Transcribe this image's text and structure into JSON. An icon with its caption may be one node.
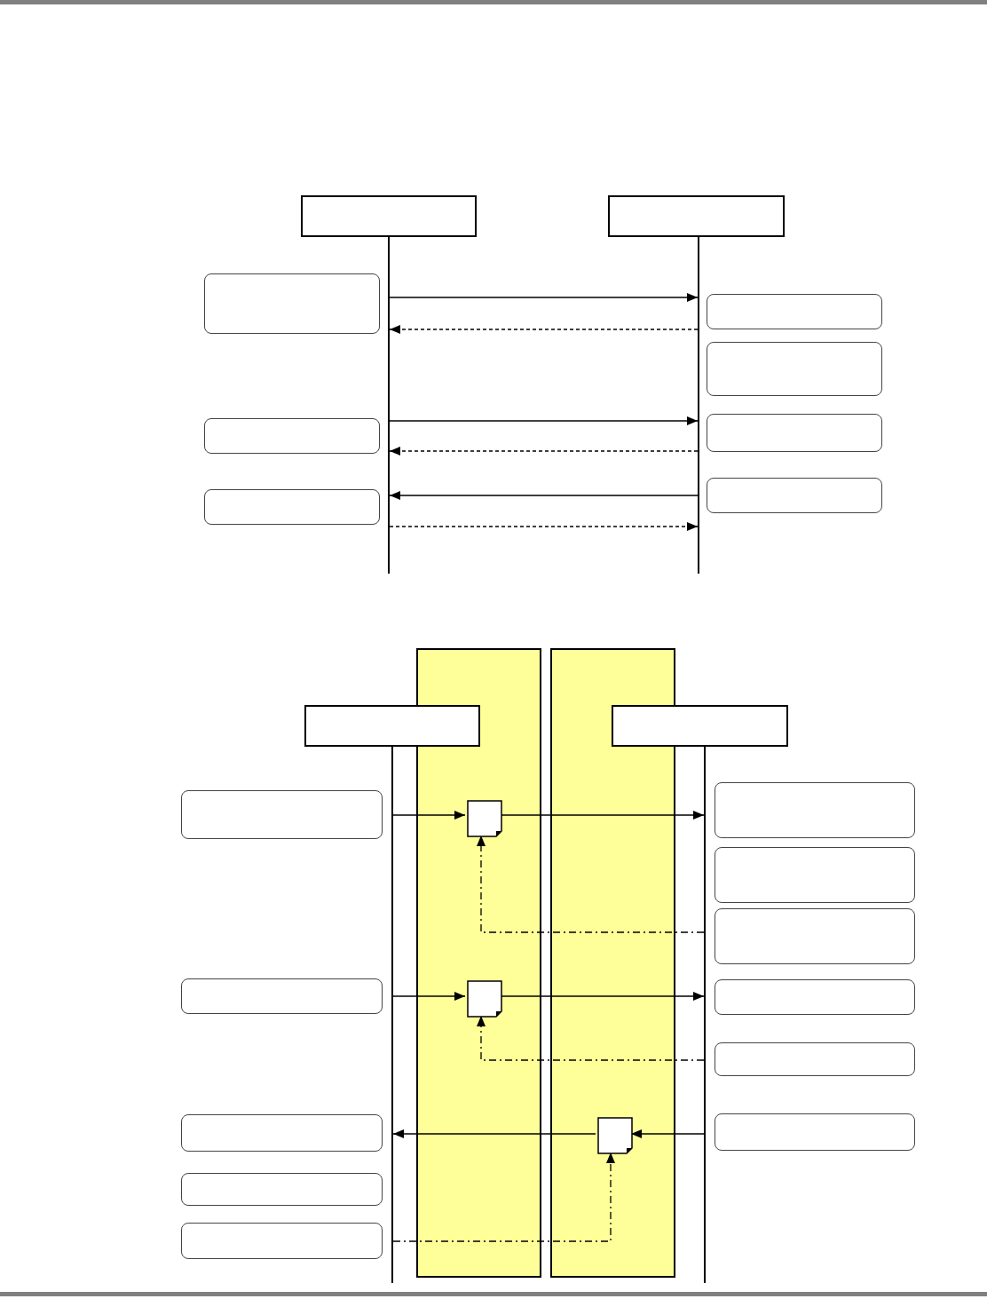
{
  "diagram": {
    "nodes": [
      {
        "text": [],
        "shape": "box"
      },
      {
        "text": [],
        "shape": "box"
      },
      {
        "text": [],
        "shape": "line"
      },
      {
        "text": [],
        "shape": "line"
      },
      {
        "text": [],
        "shape": "box"
      },
      {
        "text": [],
        "shape": "box"
      },
      {
        "text": [],
        "shape": "box"
      },
      {
        "text": [],
        "shape": "box"
      },
      {
        "text": [],
        "shape": "box"
      },
      {
        "text": [],
        "shape": "box"
      },
      {
        "text": [],
        "shape": "box"
      },
      {
        "text": [],
        "shape": "band"
      },
      {
        "text": [],
        "shape": "band"
      },
      {
        "text": [],
        "shape": "box"
      },
      {
        "text": [],
        "shape": "box"
      },
      {
        "text": [],
        "shape": "line"
      },
      {
        "text": [],
        "shape": "line"
      },
      {
        "text": [],
        "shape": "document",
        "in": 11
      },
      {
        "text": [],
        "shape": "document",
        "in": 11
      },
      {
        "text": [],
        "shape": "document",
        "in": 12
      },
      {
        "text": [],
        "shape": "box"
      },
      {
        "text": [],
        "shape": "box"
      },
      {
        "text": [],
        "shape": "box"
      },
      {
        "text": [],
        "shape": "box"
      },
      {
        "text": [],
        "shape": "box"
      },
      {
        "text": [],
        "shape": "box"
      },
      {
        "text": [],
        "shape": "box"
      },
      {
        "text": [],
        "shape": "box"
      },
      {
        "text": [],
        "shape": "box"
      },
      {
        "text": [],
        "shape": "box"
      },
      {
        "text": [],
        "shape": "box"
      }
    ],
    "edges": [
      {
        "from": 2,
        "to": 3,
        "arrow": "to"
      },
      {
        "from": 3,
        "to": 2,
        "arrow": "to",
        "style": "dashed"
      },
      {
        "from": 2,
        "to": 3,
        "arrow": "to"
      },
      {
        "from": 3,
        "to": 2,
        "arrow": "to",
        "style": "dashed"
      },
      {
        "from": 3,
        "to": 2,
        "arrow": "to"
      },
      {
        "from": 2,
        "to": 3,
        "arrow": "to",
        "style": "dashed"
      },
      {
        "from": 15,
        "to": 17,
        "arrow": "to"
      },
      {
        "from": 17,
        "to": 16,
        "arrow": "to"
      },
      {
        "from": 16,
        "to": 17,
        "arrow": "to",
        "style": "dashed"
      },
      {
        "from": 15,
        "to": 18,
        "arrow": "to"
      },
      {
        "from": 18,
        "to": 16,
        "arrow": "to"
      },
      {
        "from": 16,
        "to": 18,
        "arrow": "to",
        "style": "dashed"
      },
      {
        "from": 16,
        "to": 19,
        "arrow": "to"
      },
      {
        "from": 19,
        "to": 15,
        "arrow": "to"
      },
      {
        "from": 15,
        "to": 19,
        "arrow": "to",
        "style": "dashed"
      }
    ]
  }
}
